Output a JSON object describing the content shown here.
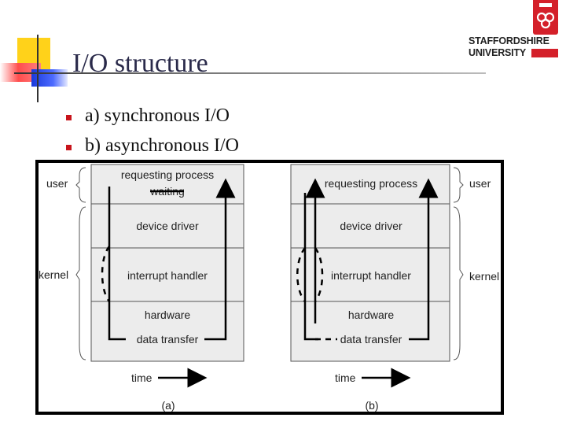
{
  "slide": {
    "title": "I/O structure",
    "bullets": [
      "a) synchronous I/O",
      "b) asynchronous I/O"
    ]
  },
  "logo": {
    "line1": "STAFFORDSHIRE",
    "line2": "UNIVERSITY",
    "color": "#d4202a"
  },
  "figure": {
    "left_panel": {
      "rows": [
        "requesting process",
        "waiting",
        "device driver",
        "interrupt handler",
        "hardware",
        "data transfer"
      ],
      "side_labels": [
        "user",
        "kernel"
      ],
      "time_label": "time",
      "caption": "(a)"
    },
    "right_panel": {
      "rows": [
        "requesting process",
        "device driver",
        "interrupt handler",
        "hardware",
        "data transfer"
      ],
      "side_labels": [
        "user",
        "kernel"
      ],
      "time_label": "time",
      "caption": "(b)"
    }
  },
  "colors": {
    "title": "#2a2a4a",
    "bullet": "#c8141b",
    "panel_fill": "#ececec",
    "frame": "#000000"
  }
}
